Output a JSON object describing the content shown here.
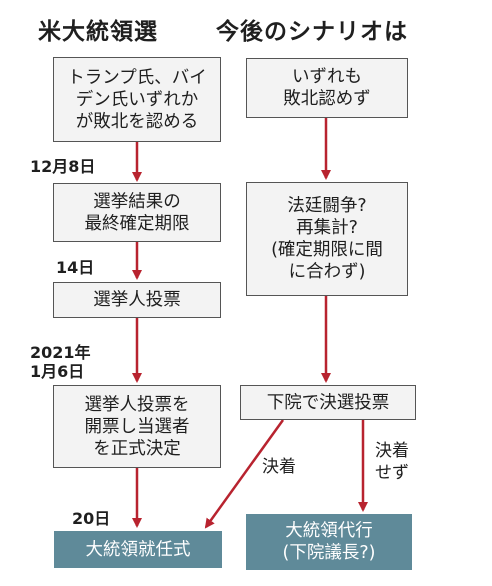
{
  "titles": {
    "left": "米大統領選",
    "right": "今後のシナリオは"
  },
  "left_column": {
    "concede": "トランプ氏、バイ\nデン氏いずれか\nが敗北を認める",
    "certify": "選挙結果の\n最終確定期限",
    "electors_vote": "選挙人投票",
    "count_votes": "選挙人投票を\n開票し当選者\nを正式決定",
    "inauguration": "大統領就任式"
  },
  "right_column": {
    "no_concede": "いずれも\n敗北認めず",
    "legal_battle": "法廷闘争?\n再集計?\n(確定期限に間\nに合わず)",
    "house_vote": "下院で決選投票",
    "acting_president": "大統領代行\n(下院議長?)"
  },
  "dates": {
    "dec8": "12月8日",
    "dec14": "14日",
    "jan6": "2021年\n1月6日",
    "jan20": "20日"
  },
  "edge_labels": {
    "decided": "決着",
    "undecided": "決着\nせず"
  },
  "colors": {
    "arrow": "#b8232f",
    "final_box": "#5f8a99",
    "box_fill": "#f3f3f3"
  }
}
